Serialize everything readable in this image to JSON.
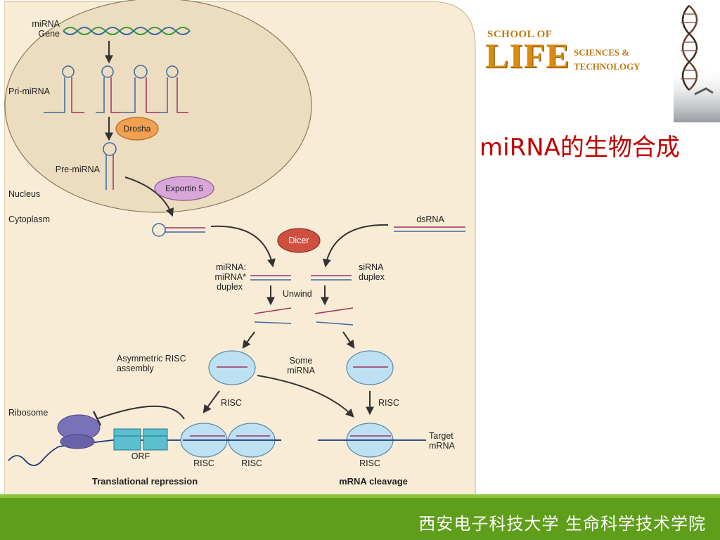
{
  "slide_title": "miRNA的生物合成",
  "footer_text": "西安电子科技大学  生命科学技术学院",
  "logo": {
    "line1": "SCHOOL OF",
    "line2": "LIFE",
    "line3": "SCIENCES &",
    "line4": "TECHNOLOGY"
  },
  "colors": {
    "footer": "#5f9e1a",
    "title": "#c00000",
    "diagram_bg": "#f8ecd6",
    "nucleus": "#ecdcc0",
    "risc": "#bde0f2",
    "drosha": "#f0a050",
    "exportin": "#d8a6d8",
    "dicer": "#d05040"
  },
  "diagram": {
    "mirna_gene": "miRNA\nGene",
    "pri_mirna": "Pri-miRNA",
    "drosha": "Drosha",
    "pre_mirna": "Pre-miRNA",
    "exportin": "Exportin 5",
    "nucleus": "Nucleus",
    "cytoplasm": "Cytoplasm",
    "dsrna": "dsRNA",
    "dicer": "Dicer",
    "mirna_duplex": "miRNA:\nmiRNA*\nduplex",
    "sirna_duplex": "siRNA\nduplex",
    "unwind": "Unwind",
    "asym_risc": "Asymmetric RISC\nassembly",
    "some_mirna": "Some\nmiRNA",
    "risc": "RISC",
    "ribosome": "Ribosome",
    "orf": "ORF",
    "target_mrna": "Target\nmRNA",
    "trans_rep": "Translational repression",
    "mrna_cleavage": "mRNA cleavage"
  }
}
